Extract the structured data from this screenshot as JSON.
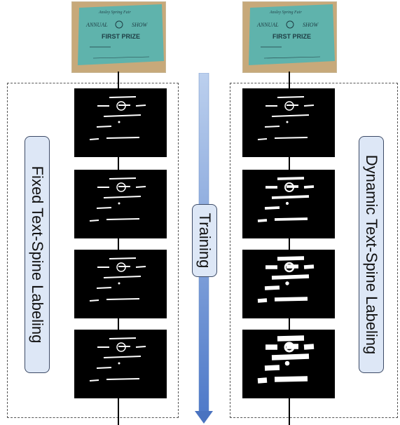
{
  "figure": {
    "left_label": "Fixed Text-Spine Labeling",
    "right_label": "Dynamic Text-Spine Labeling",
    "center_label": "Training"
  },
  "photo": {
    "text_annual": "ANNUAL",
    "text_show": "SHOW",
    "text_first_prize": "FIRST PRIZE",
    "card_color": "#5fb3ac",
    "bg_color": "#c7a97a"
  },
  "colors": {
    "arrow_top": "#bcd0ee",
    "arrow_bottom": "#4f7ac9",
    "label_fill": "#dde7f6",
    "label_border": "#3c4a66"
  }
}
